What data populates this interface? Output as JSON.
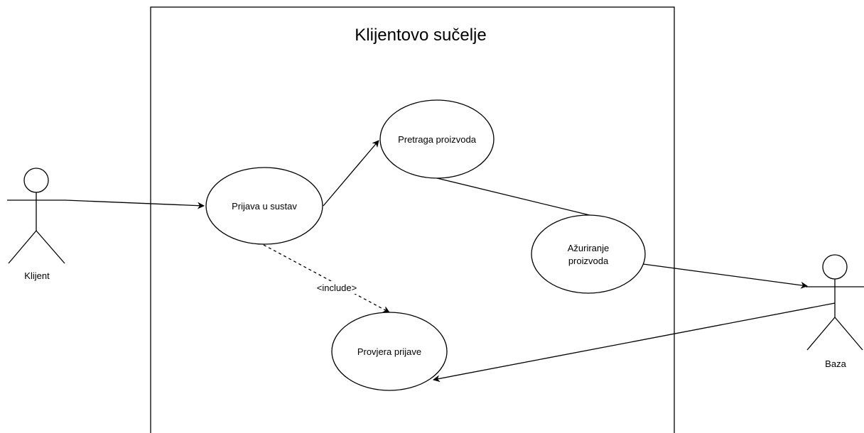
{
  "system": {
    "title": "Klijentovo sučelje"
  },
  "actors": {
    "klijent": "Klijent",
    "baza": "Baza"
  },
  "use_cases": {
    "prijava": "Prijava u sustav",
    "pretraga": "Pretraga proizvoda",
    "azuriranje_line1": "Ažuriranje",
    "azuriranje_line2": "proizvoda",
    "provjera": "Provjera prijave"
  },
  "relations": {
    "include_label": "<include>"
  }
}
